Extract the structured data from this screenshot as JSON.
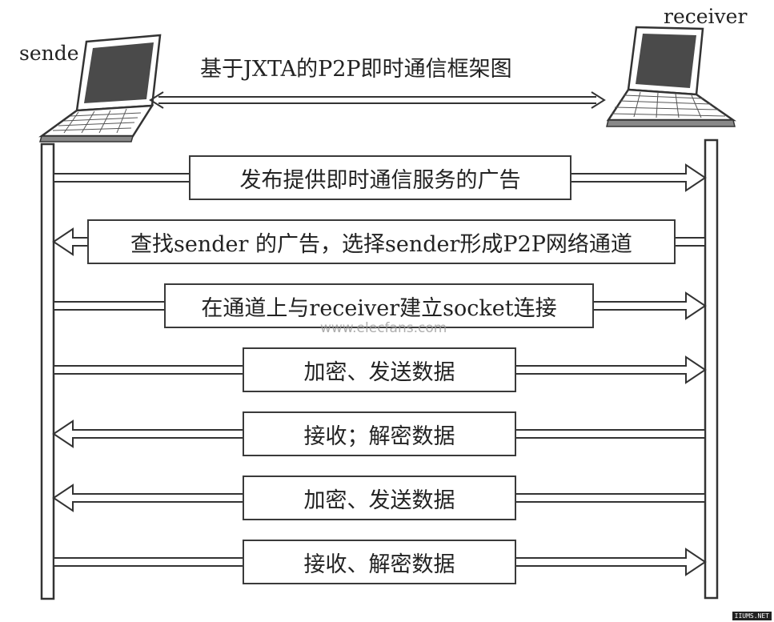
{
  "diagram": {
    "title": "基于JXTA的P2P即时通信框架图",
    "actors": {
      "left": {
        "label": "sende"
      },
      "right": {
        "label": "receiver"
      }
    },
    "messages": [
      {
        "id": "m1",
        "text": "发布提供即时通信服务的广告",
        "direction": "right"
      },
      {
        "id": "m2",
        "text": "查找sender 的广告，选择sender形成P2P网络通道",
        "direction": "left"
      },
      {
        "id": "m3",
        "text": "在通道上与receiver建立socket连接",
        "direction": "right"
      },
      {
        "id": "m4",
        "text": "加密、发送数据",
        "direction": "right"
      },
      {
        "id": "m5",
        "text": "接收；解密数据",
        "direction": "left"
      },
      {
        "id": "m6",
        "text": "加密、发送数据",
        "direction": "left"
      },
      {
        "id": "m7",
        "text": "接收、解密数据",
        "direction": "right"
      }
    ]
  },
  "watermark": {
    "text": "www.elecfans.com"
  },
  "corner_badge": {
    "text": "IIUMS.NET"
  }
}
